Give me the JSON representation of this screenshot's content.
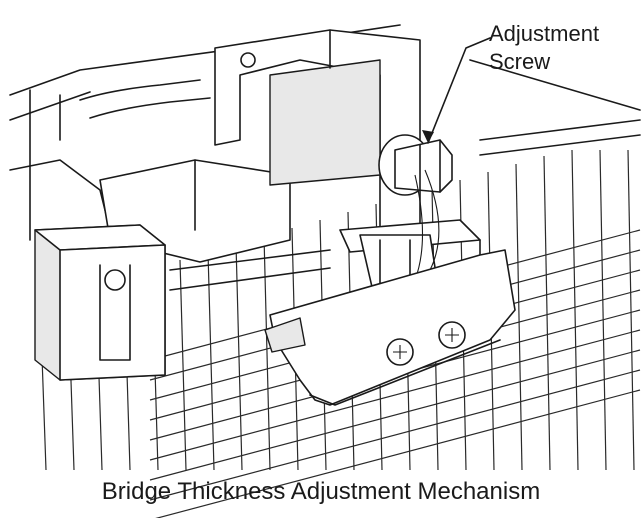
{
  "callout": {
    "line1": "Adjustment",
    "line2": "Screw"
  },
  "caption": "Bridge Thickness Adjustment Mechanism",
  "icons": [
    "screw-icon"
  ],
  "colors": {
    "ink": "#1a1a1a",
    "background": "#ffffff"
  }
}
